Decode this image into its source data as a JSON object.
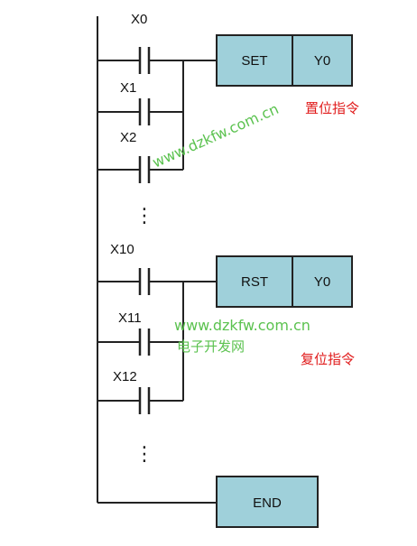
{
  "contacts": {
    "x0": "X0",
    "x1": "X1",
    "x2": "X2",
    "x10": "X10",
    "x11": "X11",
    "x12": "X12"
  },
  "continuation": "⋮",
  "set_rung": {
    "instruction": "SET",
    "operand": "Y0",
    "note": "置位指令"
  },
  "rst_rung": {
    "instruction": "RST",
    "operand": "Y0",
    "note": "复位指令"
  },
  "end_rung": {
    "instruction": "END"
  },
  "watermarks": {
    "diagonal": "www.dzkfw.com.cn",
    "url": "www.dzkfw.com.cn",
    "site_name": "电子开发网"
  },
  "colors": {
    "box_fill": "#9fd0da",
    "line": "#222222",
    "note_red": "#e01a1a",
    "watermark_green": "#5bc24f"
  }
}
